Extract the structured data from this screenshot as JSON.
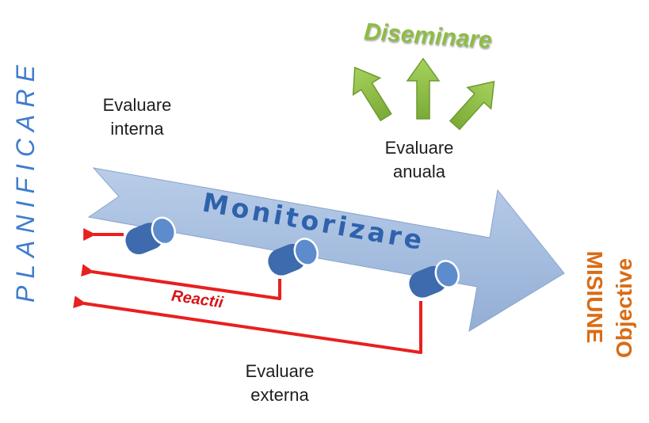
{
  "planning_label": "PLANIFICARE",
  "process_label": "Monitorizare",
  "dissemination_label": "Diseminare",
  "feedback_label": "Reactii",
  "outcome": {
    "line1": "MISIUNE",
    "line2": "Objective"
  },
  "internal_eval": {
    "line1": "Evaluare",
    "line2": "interna"
  },
  "annual_eval": {
    "line1": "Evaluare",
    "line2": "anuala"
  },
  "external_eval": {
    "line1": "Evaluare",
    "line2": "externa"
  },
  "colors": {
    "arrow_fill": "#a6bedf",
    "blue_text": "#3a6fb5",
    "cylinder": "#4f7fc2",
    "feedback_red": "#e8201e",
    "green": "#8dbd43",
    "orange": "#d96c16"
  }
}
